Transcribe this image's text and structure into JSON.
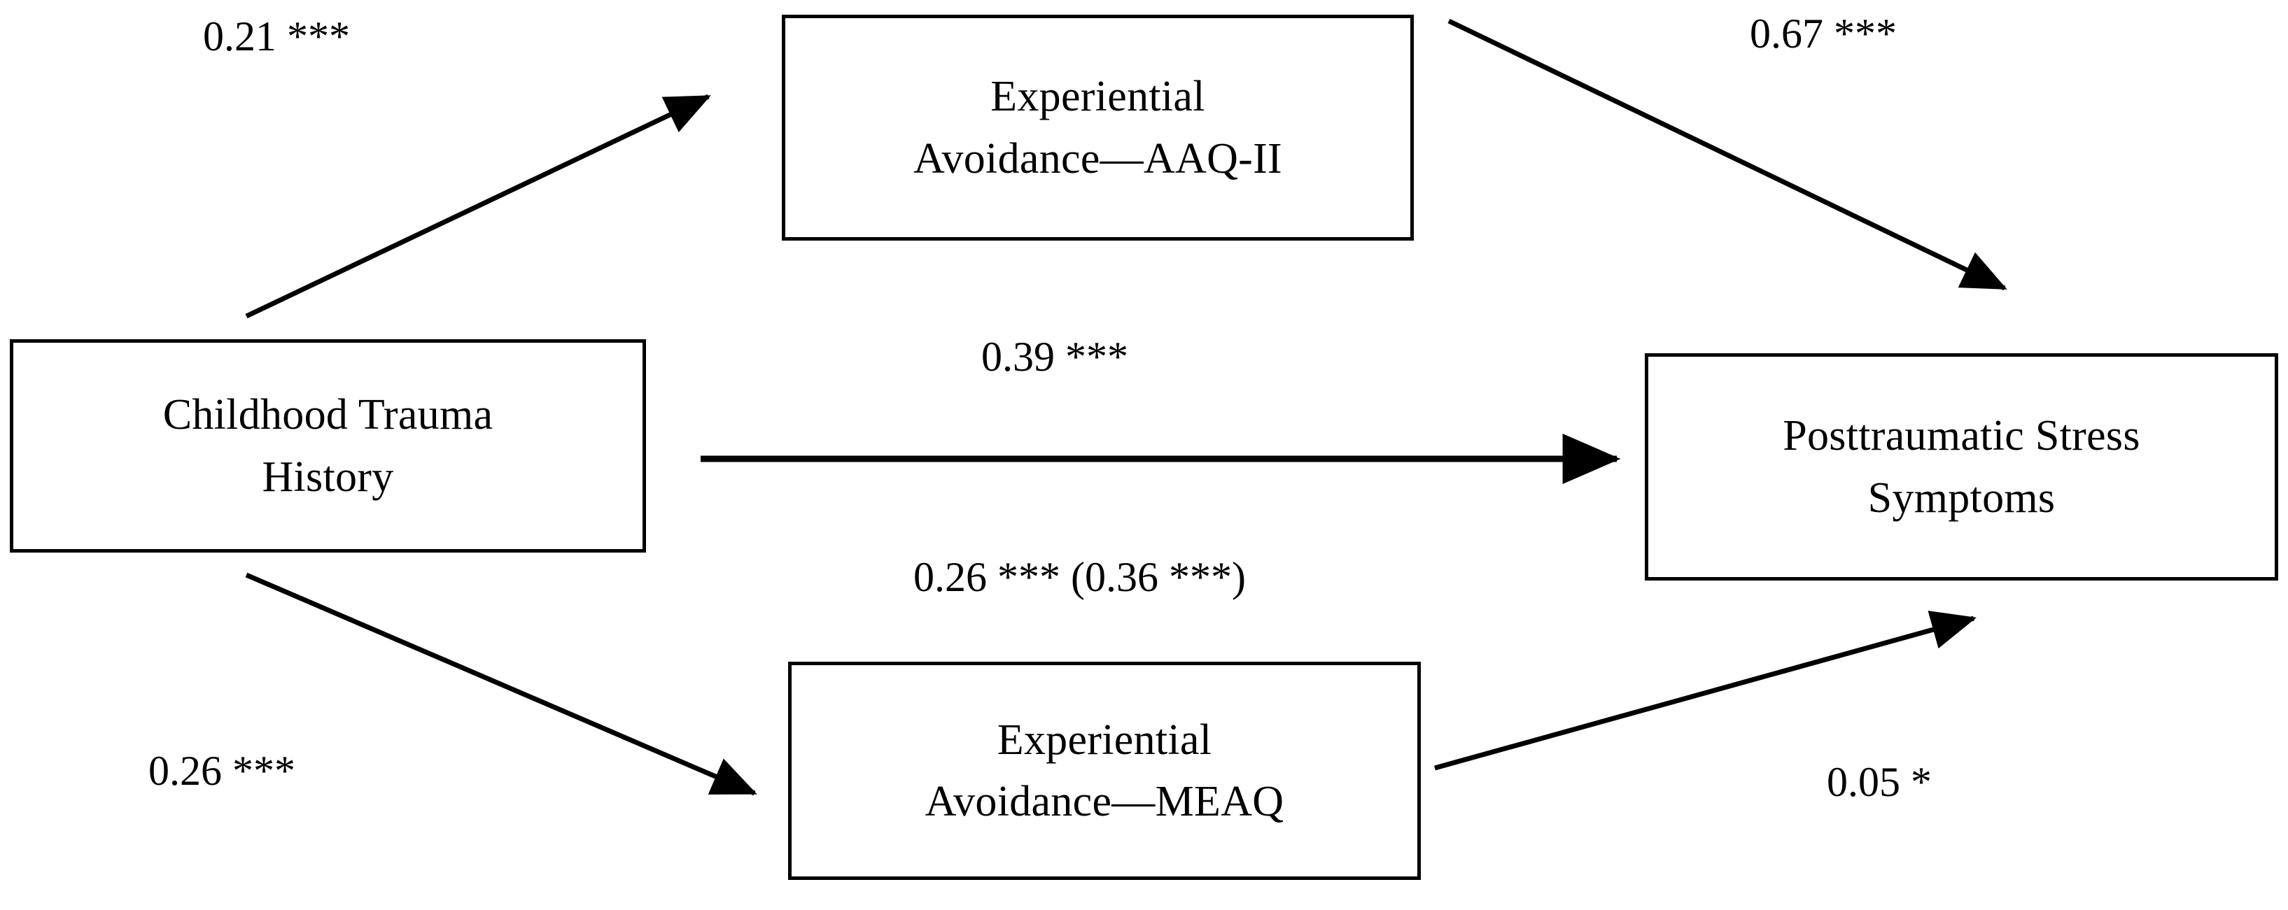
{
  "diagram": {
    "type": "path-diagram",
    "title": "",
    "nodes": [
      {
        "id": "childhood-trauma-history",
        "lines": [
          "Childhood Trauma",
          "History"
        ],
        "role": "predictor"
      },
      {
        "id": "experiential-avoidance-aaq",
        "lines": [
          "Experiential",
          "Avoidance—AAQ-II"
        ],
        "role": "mediator"
      },
      {
        "id": "experiential-avoidance-meaq",
        "lines": [
          "Experiential",
          "Avoidance—MEAQ"
        ],
        "role": "mediator"
      },
      {
        "id": "posttraumatic-stress-symptoms",
        "lines": [
          "Posttraumatic Stress",
          "Symptoms"
        ],
        "role": "outcome"
      }
    ],
    "paths": [
      {
        "id": "cth-to-aaq",
        "from": "childhood-trauma-history",
        "to": "experiential-avoidance-aaq",
        "label": "0.21 ***",
        "coefficient": 0.21,
        "significance": "***"
      },
      {
        "id": "aaq-to-pts",
        "from": "experiential-avoidance-aaq",
        "to": "posttraumatic-stress-symptoms",
        "label": "0.67 ***",
        "coefficient": 0.67,
        "significance": "***"
      },
      {
        "id": "cth-to-pts-direct",
        "from": "childhood-trauma-history",
        "to": "posttraumatic-stress-symptoms",
        "label": "0.39 ***",
        "coefficient": 0.39,
        "significance": "***"
      },
      {
        "id": "cth-to-pts-indirect",
        "from": "childhood-trauma-history",
        "to": "posttraumatic-stress-symptoms",
        "label": "0.26 *** (0.36 ***)",
        "coefficient": 0.26,
        "significance": "***",
        "coefficient_parenthetical": 0.36,
        "significance_parenthetical": "***"
      },
      {
        "id": "cth-to-meaq",
        "from": "childhood-trauma-history",
        "to": "experiential-avoidance-meaq",
        "label": "0.26 ***",
        "coefficient": 0.26,
        "significance": "***"
      },
      {
        "id": "meaq-to-pts",
        "from": "experiential-avoidance-meaq",
        "to": "posttraumatic-stress-symptoms",
        "label": "0.05 *",
        "coefficient": 0.05,
        "significance": "*"
      }
    ],
    "colors": {
      "background": "#ffffff",
      "stroke": "#000000",
      "text": "#000000"
    }
  }
}
